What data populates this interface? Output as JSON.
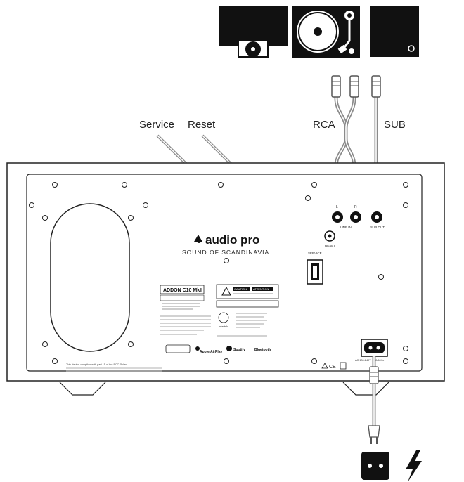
{
  "callouts": {
    "service": "Service",
    "reset": "Reset",
    "rca": "RCA",
    "sub": "SUB"
  },
  "brand": {
    "logo_text": "audio pro",
    "tagline": "SOUND OF SCANDINAVIA"
  },
  "panel_labels": {
    "model": "ADDON C10 MkII",
    "caution": "CAUTION",
    "attention": "ATTENTION",
    "line_in": "LINE IN",
    "sub_out": "SUB OUT",
    "reset": "RESET",
    "service": "SERVICE",
    "left": "L",
    "right": "R",
    "airplay": "Apple AirPlay",
    "spotify": "Spotify",
    "bluetooth": "Bluetooth",
    "compliance": "This device complies with part 15 of the FCC Rules.",
    "power_rating": "AC 100-240V ~ 50/60Hz",
    "intertek": "Intertek"
  },
  "colors": {
    "line": "#1a1a1a",
    "cable": "#8a8a8a",
    "cable_inner": "#ffffff",
    "panel_fill": "#ffffff",
    "device_fill": "#111111"
  },
  "icons": {
    "turntable": "turntable-icon",
    "cd_player": "cd-player-icon",
    "subwoofer": "subwoofer-icon",
    "outlet": "power-outlet-icon",
    "lightning": "lightning-icon"
  }
}
